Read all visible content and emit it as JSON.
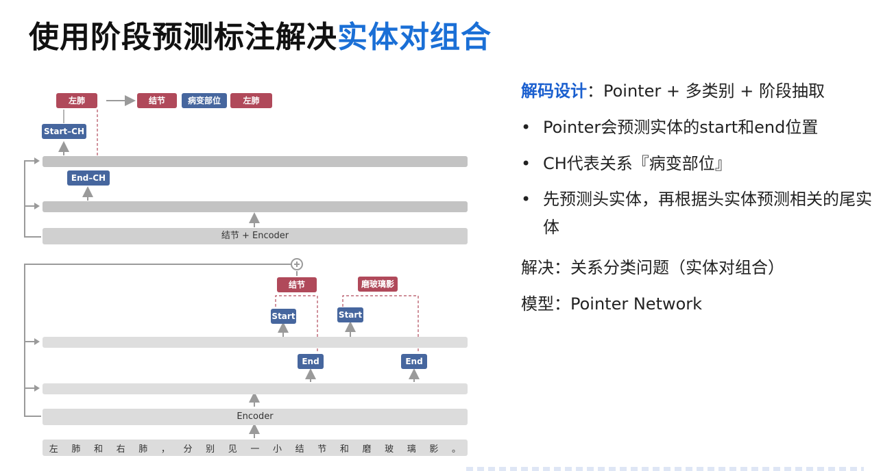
{
  "title": {
    "main": "使用阶段预测标注解决",
    "accent": "实体对组合"
  },
  "top_chips": {
    "left": "左肺",
    "node": "结节",
    "rel": "病变部位",
    "right": "左肺"
  },
  "start_ch": "Start–CH",
  "end_ch": "End–CH",
  "encoder_top": "结节 + Encoder",
  "mid_chips": {
    "node": "结节",
    "ggo": "磨玻璃影"
  },
  "start_label": "Start",
  "end_label": "End",
  "encoder_bottom": "Encoder",
  "tokens": [
    "左",
    "肺",
    "和",
    "右",
    "肺",
    "，",
    "分",
    "别",
    "见",
    "一",
    "小",
    "结",
    "节",
    "和",
    "磨",
    "玻",
    "璃",
    "影",
    "。"
  ],
  "panel": {
    "design_label": "解码设计",
    "design_text": "：Pointer + 多类别 + 阶段抽取",
    "bullets": [
      "Pointer会预测实体的start和end位置",
      "CH代表关系『病变部位』",
      "先预测头实体，再根据头实体预测相关的尾实体"
    ],
    "solve": "解决：关系分类问题（实体对组合）",
    "model": "模型：Pointer Network"
  },
  "colors": {
    "accent": "#1a6fd6",
    "red_chip": "#b0495a",
    "blue_chip": "#46669e"
  }
}
